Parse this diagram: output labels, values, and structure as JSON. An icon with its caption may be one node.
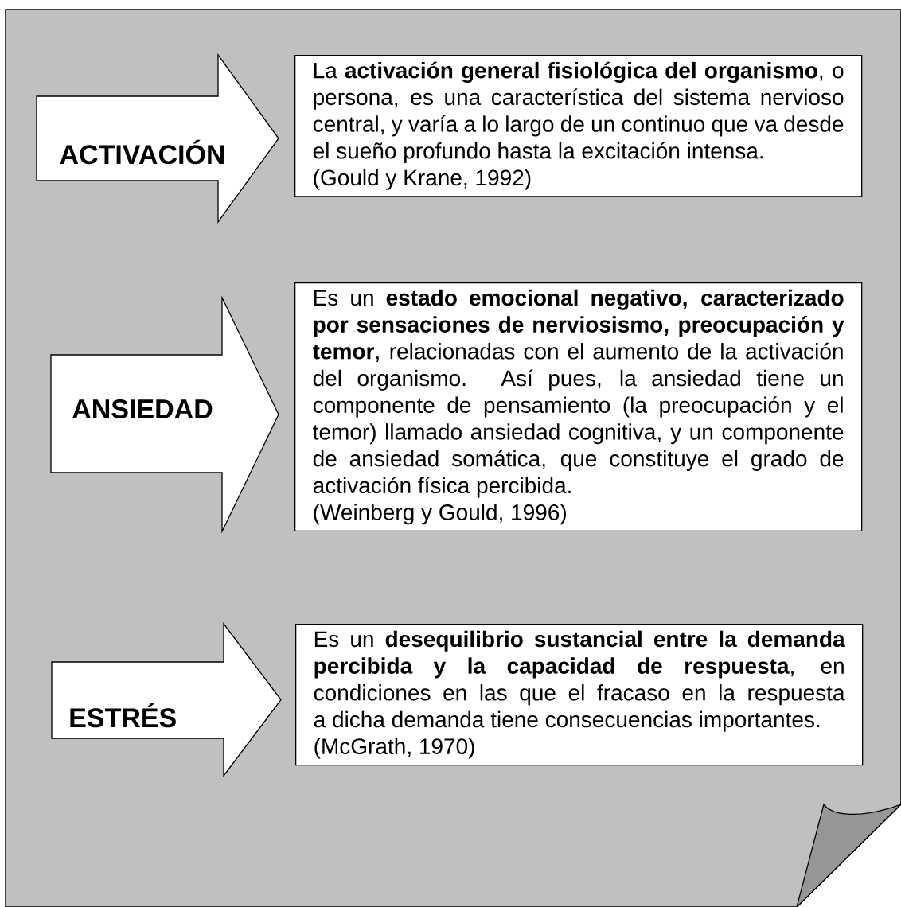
{
  "diagram": {
    "nodes": [
      {
        "text": [
          "ACTIVACIÓN"
        ]
      },
      {
        "text": [
          "La **activación general fisiológica del organismo**, o persona, es una característica del sistema nervioso central, y varía a lo largo de un continuo que va desde el sueño profundo hasta la excitación intensa.",
          "(Gould y Krane, 1992)"
        ]
      },
      {
        "text": [
          "ANSIEDAD"
        ]
      },
      {
        "text": [
          "Es un **estado emocional negativo, caracterizado por sensaciones de nerviosismo, preocupación y temor**, relacionadas con el aumento de la activación del organismo. Así pues, la ansiedad tiene un componente de pensamiento (la preocupación y el temor) llamado ansiedad cognitiva, y un componente de ansiedad somática, que constituye el grado de activación física percibida.",
          "(Weinberg y Gould, 1996)"
        ]
      },
      {
        "text": [
          "ESTRÉS"
        ]
      },
      {
        "text": [
          "Es un **desequilibrio sustancial entre la demanda percibida y la capacidad de respuesta**, en condiciones en las que el fracaso en la respuesta a dicha demanda tiene consecuencias importantes.",
          "(McGrath, 1970)"
        ]
      }
    ]
  }
}
